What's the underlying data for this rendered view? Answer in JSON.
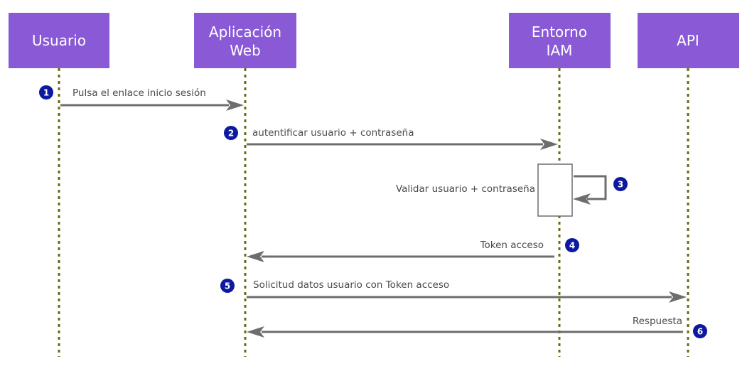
{
  "actors": [
    {
      "id": "usuario",
      "lines": [
        "Usuario"
      ]
    },
    {
      "id": "app",
      "lines": [
        "Aplicación",
        "Web"
      ]
    },
    {
      "id": "iam",
      "lines": [
        "Entorno",
        "IAM"
      ]
    },
    {
      "id": "api",
      "lines": [
        "API"
      ]
    }
  ],
  "messages": [
    {
      "step": "1",
      "label": "Pulsa el enlace inicio sesión",
      "from": "usuario",
      "to": "app"
    },
    {
      "step": "2",
      "label": "autentificar usuario + contraseña",
      "from": "app",
      "to": "iam"
    },
    {
      "step": "3",
      "label": "Validar usuario + contraseña",
      "from": "iam",
      "to": "iam"
    },
    {
      "step": "4",
      "label": "Token acceso",
      "from": "iam",
      "to": "app"
    },
    {
      "step": "5",
      "label": "Solicitud datos usuario con Token acceso",
      "from": "app",
      "to": "api"
    },
    {
      "step": "6",
      "label": "Respuesta",
      "from": "api",
      "to": "app"
    }
  ],
  "colors": {
    "actor": "#8a5ad6",
    "lifeline": "#6b6a10",
    "arrow": "#6d6d6d",
    "badge": "#0d1aa0"
  }
}
